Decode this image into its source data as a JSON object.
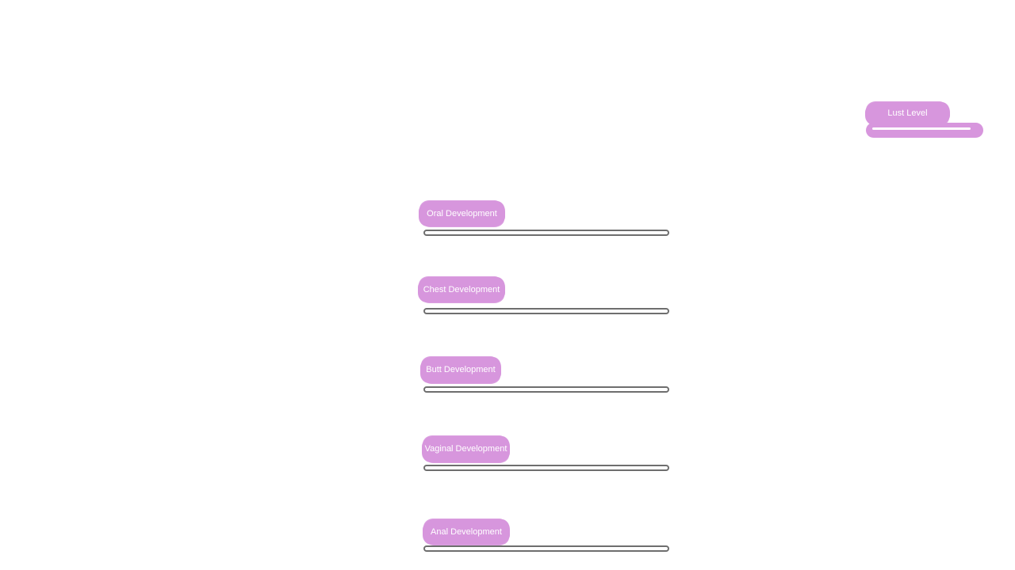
{
  "lust": {
    "label": "Lust Level",
    "value": 0
  },
  "development": [
    {
      "label": "Oral Development",
      "value": 0
    },
    {
      "label": "Chest Development",
      "value": 0
    },
    {
      "label": "Butt Development",
      "value": 0
    },
    {
      "label": "Vaginal Development",
      "value": 0
    },
    {
      "label": "Anal Development",
      "value": 0
    }
  ],
  "colors": {
    "label_blob": "#d796dd",
    "bar_outline": "#6e6e6e",
    "label_text": "#ffffff"
  }
}
